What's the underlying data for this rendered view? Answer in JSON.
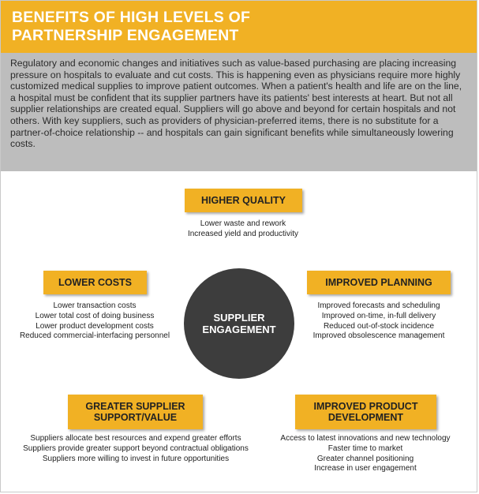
{
  "header": {
    "title": "BENEFITS OF HIGH LEVELS OF\nPARTNERSHIP ENGAGEMENT"
  },
  "intro": {
    "text": "Regulatory and economic changes and initiatives such as value-based purchasing are placing increasing pressure on hospitals to evaluate and cut costs. This is happening even as physicians require more highly customized medical supplies to improve patient outcomes. When a patient's health and life are on the line, a hospital must be confident that its supplier partners have its patients' best interests at heart. But not all supplier relationships are created equal. Suppliers will go above and beyond for certain hospitals and not others. With key suppliers, such as providers of physician-preferred items, there is no substitute for a partner-of-choice relationship -- and hospitals can gain significant benefits while simultaneously lowering costs."
  },
  "center": {
    "label": "SUPPLIER\nENGAGEMENT"
  },
  "benefits": {
    "quality": {
      "label": "HIGHER QUALITY",
      "items": [
        "Lower waste and rework",
        "Increased yield and productivity"
      ]
    },
    "costs": {
      "label": "LOWER COSTS",
      "items": [
        "Lower transaction costs",
        "Lower total cost of doing business",
        "Lower product development costs",
        "Reduced commercial-interfacing personnel"
      ]
    },
    "planning": {
      "label": "IMPROVED PLANNING",
      "items": [
        "Improved forecasts and scheduling",
        "Improved on-time, in-full delivery",
        "Reduced out-of-stock incidence",
        "Improved obsolescence management"
      ]
    },
    "support": {
      "label": "GREATER SUPPLIER\nSUPPORT/VALUE",
      "items": [
        "Suppliers allocate best resources and expend greater efforts",
        "Suppliers provide greater support beyond contractual obligations",
        "Suppliers more willing to invest in future opportunities"
      ]
    },
    "product": {
      "label": "IMPROVED PRODUCT\nDEVELOPMENT",
      "items": [
        "Access to latest innovations and new technology",
        "Faster time to market",
        "Greater channel positioning",
        "Increase in user engagement"
      ]
    }
  },
  "colors": {
    "accent": "#f1b124",
    "intro_bg": "#bdbdbd",
    "circle": "#3d3d3d"
  }
}
